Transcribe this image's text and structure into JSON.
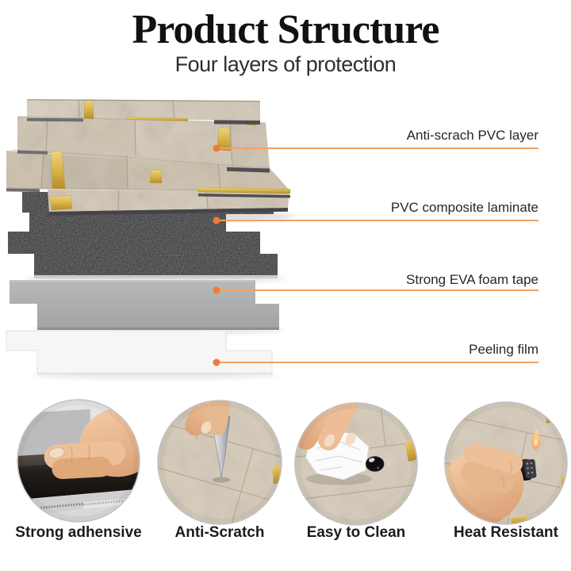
{
  "header": {
    "title": "Product Structure",
    "subtitle": "Four layers of protection"
  },
  "diagram": {
    "callouts": [
      {
        "label": "Anti-scrach PVC layer"
      },
      {
        "label": "PVC composite laminate"
      },
      {
        "label": "Strong EVA foam tape"
      },
      {
        "label": "Peeling film"
      }
    ]
  },
  "features": [
    {
      "label": "Strong adhensive",
      "icon": "hand-pressing-tile-photo"
    },
    {
      "label": "Anti-Scratch",
      "icon": "blade-scratch-tile-photo"
    },
    {
      "label": "Easy to Clean",
      "icon": "tissue-wipe-stain-photo"
    },
    {
      "label": "Heat Resistant",
      "icon": "lighter-flame-tile-photo"
    }
  ],
  "colors": {
    "accent_line": "#F3A263",
    "accent_dot": "#ED7D31",
    "gold": "#D9B44A",
    "tile_beige": "#D5C8B4",
    "laminate_dark": "#3A3A3C",
    "foam_gray": "#AEAFB1",
    "film_white": "#F6F6F7"
  }
}
